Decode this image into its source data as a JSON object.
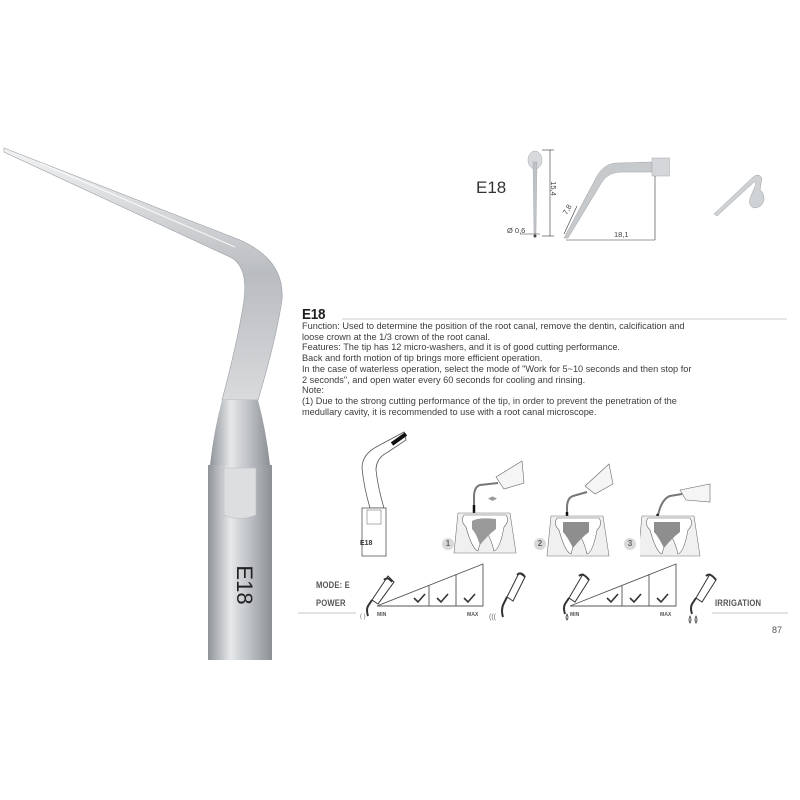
{
  "product": {
    "model": "E18",
    "shank_engraving": "E18"
  },
  "spec_drawing": {
    "label": "E18",
    "dimensions": {
      "height": "15,4",
      "diameter": "Ø 0,6",
      "tip_length": "7,8",
      "overall_length": "18,1"
    }
  },
  "description": {
    "title": "E18",
    "lines": [
      "Function: Used to determine the position of the root canal, remove the dentin, calcification and",
      "loose crown at the 1/3 crown of the root canal.",
      "Features: The tip has 12 micro-washers, and it is of good cutting performance.",
      "Back and forth motion of tip brings more efficient operation.",
      "In the case of waterless operation, select the mode of \"Work for 5~10 seconds and then stop for",
      "2 seconds\", and open water every 60 seconds for cooling and rinsing.",
      "Note:",
      "(1) Due to the strong cutting performance of the tip, in order to prevent the penetration of the",
      "medullary cavity, it is recommended to use with a root canal microscope."
    ]
  },
  "usage_diagram": {
    "small_tip_label": "E18",
    "steps": [
      "1",
      "2",
      "3"
    ]
  },
  "settings": {
    "mode_label": "MODE: E",
    "power_label": "POWER",
    "irrigation_label": "IRRIGATION",
    "power_scale": {
      "min": "MIN",
      "max": "MAX",
      "checked_levels": 3
    },
    "irrigation_scale": {
      "min": "MIN",
      "max": "MAX",
      "checked_levels": 3
    }
  },
  "page_number": "87"
}
